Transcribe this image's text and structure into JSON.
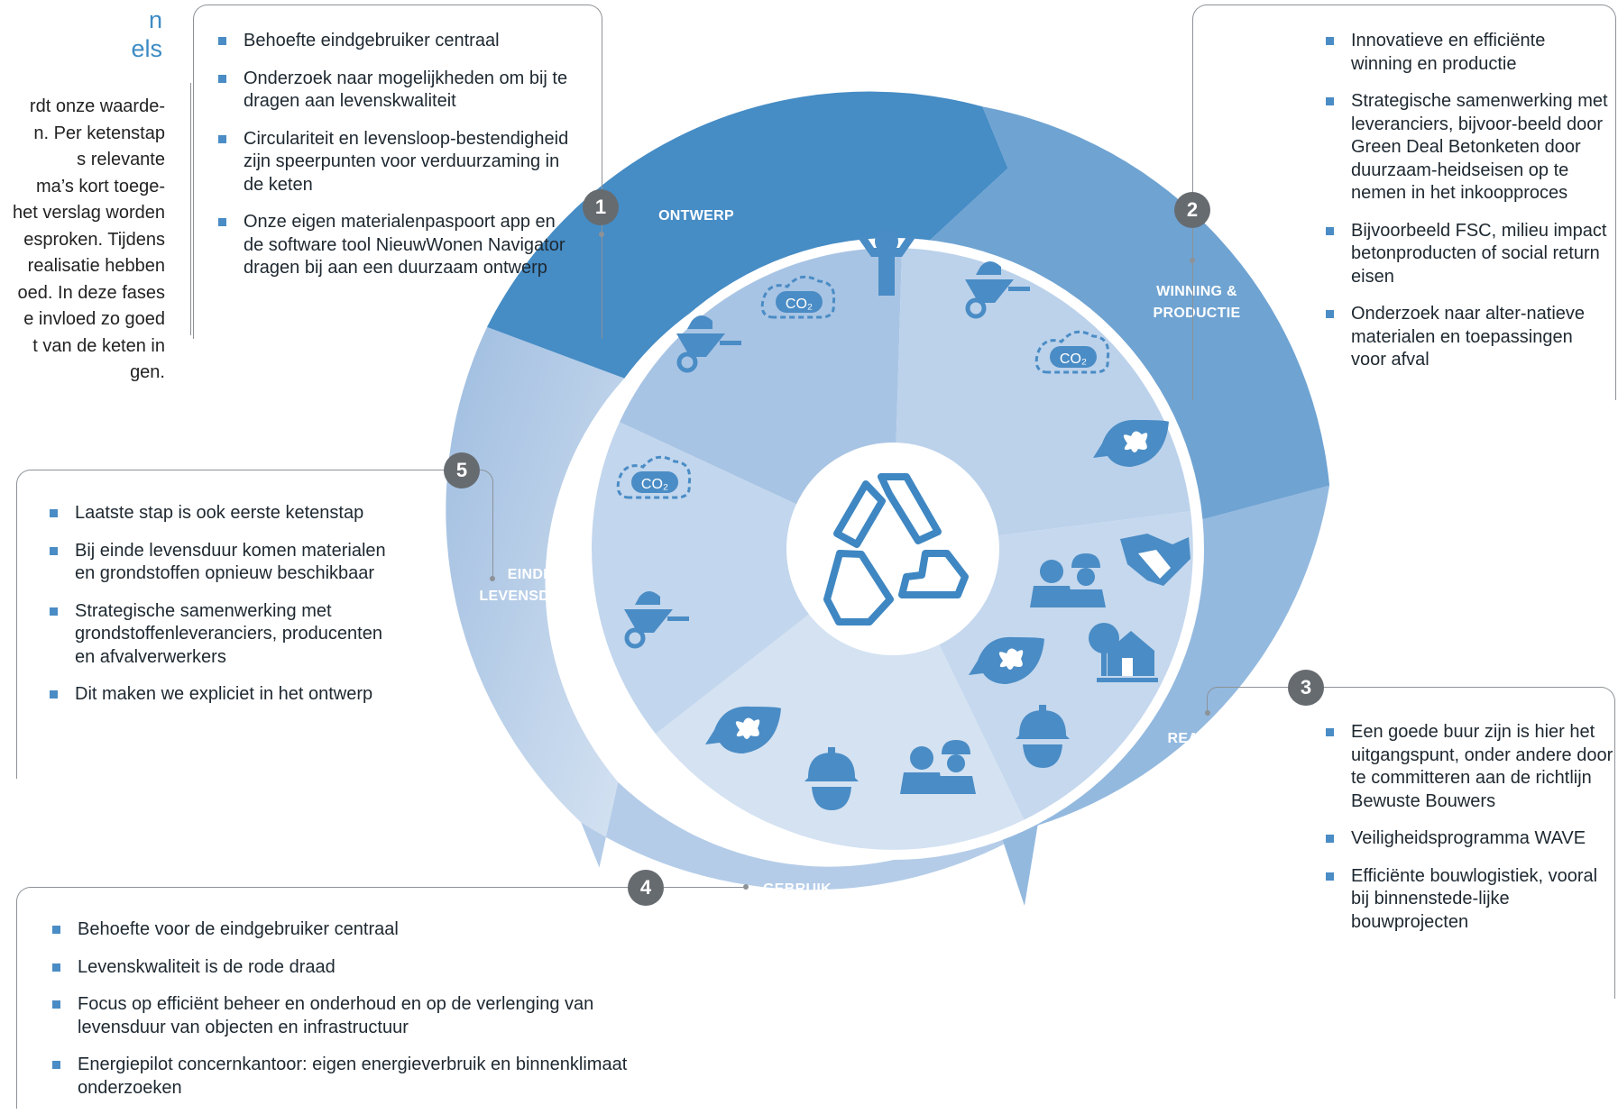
{
  "intro": {
    "title_lines": [
      "n",
      "els"
    ],
    "body_lines": [
      "rdt onze waarde-",
      "n. Per ketenstap",
      "s relevante",
      "ma’s kort toege-",
      "het verslag worden",
      "esproken. Tijdens",
      "realisatie hebben",
      "oed. In deze fases",
      "e invloed zo goed",
      "t van de keten in",
      "gen."
    ]
  },
  "stages": [
    {
      "number": "1",
      "label": "ONTWERP",
      "items": [
        "Behoefte eindgebruiker centraal",
        "Onderzoek naar mogelijkheden om bij te dragen aan levenskwaliteit",
        "Circulariteit en levensloop-bestendigheid zijn speerpunten voor verduurzaming in de keten",
        "Onze eigen materialenpaspoort app en de software tool NieuwWonen Navigator dragen bij aan een duurzaam ontwerp"
      ]
    },
    {
      "number": "2",
      "label": "WINNING & PRODUCTIE",
      "items": [
        "Innovatieve en efficiënte winning en productie",
        "Strategische samenwerking met leveranciers, bijvoor-beeld door Green Deal Betonketen door duurzaam-heidseisen op te nemen in het inkoopproces",
        "Bijvoorbeeld FSC, milieu impact betonproducten of social return eisen",
        "Onderzoek naar alter-natieve materialen en toepassingen voor afval"
      ]
    },
    {
      "number": "3",
      "label": "REALISATIE",
      "items": [
        "Een goede buur zijn is hier het uitgangspunt, onder andere door te committeren aan de richtlijn Bewuste Bouwers",
        "Veiligheidsprogramma WAVE",
        "Efficiënte bouwlogistiek, vooral bij binnenstede-lijke bouwprojecten"
      ]
    },
    {
      "number": "4",
      "label": "GEBRUIK",
      "items": [
        "Behoefte voor de eindgebruiker centraal",
        "Levenskwaliteit is de rode draad",
        "Focus op efficiënt beheer en onderhoud en op de verlenging van levensduur van objecten en infrastructuur",
        "Energiepilot concernkantoor: eigen energieverbruik en binnenklimaat onderzoeken"
      ]
    },
    {
      "number": "5",
      "label": "EINDE LEVENSDUUR",
      "items": [
        "Laatste stap is ook eerste ketenstap",
        "Bij einde levensduur komen materialen en grondstoffen opnieuw beschikbaar",
        "Strategische samenwerking met grondstoffenleveranciers, producenten en afvalverwerkers",
        "Dit maken we expliciet in het ontwerp"
      ]
    }
  ],
  "icon_labels": {
    "co2": "CO₂"
  },
  "colors": {
    "accent": "#3d8bc4",
    "ring_ontwerp": "#468cc5",
    "ring_winning": "#6fa3d2",
    "ring_realisatie": "#93b9df",
    "ring_gebruik": "#b4cce8",
    "ring_einde": "#a9c4e3",
    "badge": "#666b70",
    "icon": "#4a8cc5"
  }
}
